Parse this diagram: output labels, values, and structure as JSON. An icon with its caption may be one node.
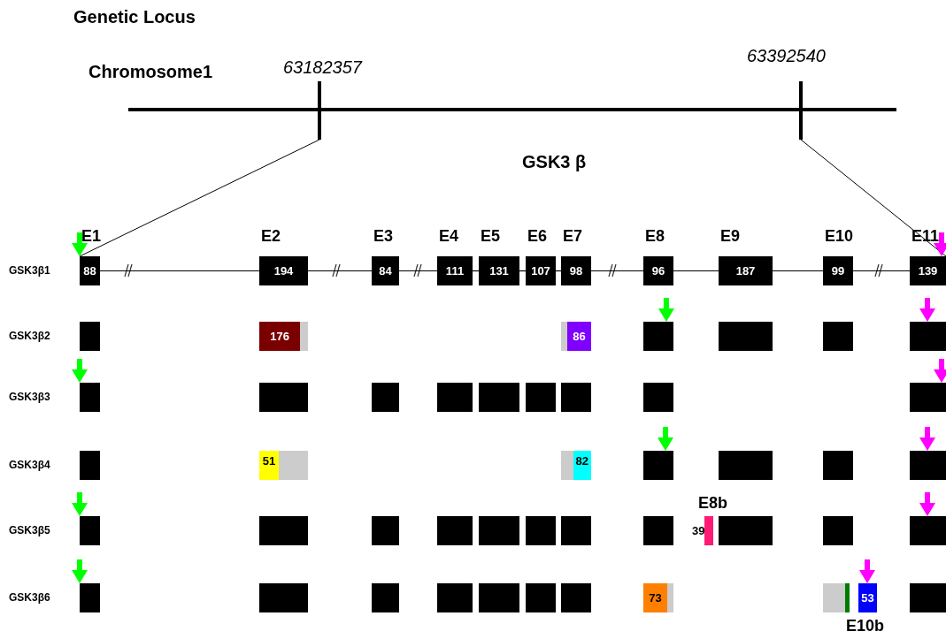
{
  "diagram": {
    "title": "Genetic Locus",
    "nodes": [
      {
        "text": [
          "E1",
          "88"
        ]
      },
      {
        "text": [
          "E2",
          "194"
        ]
      },
      {
        "text": [
          "E3",
          "84"
        ]
      },
      {
        "text": [
          "E4",
          "111"
        ]
      },
      {
        "text": [
          "E5",
          "131"
        ]
      },
      {
        "text": [
          "E6",
          "107"
        ]
      },
      {
        "text": [
          "E7",
          "98"
        ]
      },
      {
        "text": [
          "E8",
          "96"
        ]
      },
      {
        "text": [
          "E9",
          "187"
        ]
      },
      {
        "text": [
          "E10",
          "99"
        ]
      },
      {
        "text": [
          "E11",
          "139"
        ]
      },
      {
        "text": [],
        "shape": "box"
      },
      {
        "text": [
          "176"
        ]
      },
      {
        "text": [
          "86"
        ]
      },
      {
        "text": [],
        "shape": "box"
      },
      {
        "text": [],
        "shape": "box"
      },
      {
        "text": [],
        "shape": "box"
      },
      {
        "text": [],
        "shape": "box"
      },
      {
        "text": [],
        "shape": "box"
      },
      {
        "text": [],
        "shape": "box"
      },
      {
        "text": [],
        "shape": "box"
      },
      {
        "text": [],
        "shape": "box"
      },
      {
        "text": [],
        "shape": "box"
      },
      {
        "text": [],
        "shape": "box"
      },
      {
        "text": [],
        "shape": "box"
      },
      {
        "text": [],
        "shape": "box"
      },
      {
        "text": [],
        "shape": "box"
      },
      {
        "text": [],
        "shape": "box"
      },
      {
        "text": [
          "51"
        ]
      },
      {
        "text": [
          "82"
        ]
      },
      {
        "text": [],
        "shape": "box"
      },
      {
        "text": [],
        "shape": "box"
      },
      {
        "text": [],
        "shape": "box"
      },
      {
        "text": [],
        "shape": "box"
      },
      {
        "text": [],
        "shape": "box"
      },
      {
        "text": [],
        "shape": "box"
      },
      {
        "text": [],
        "shape": "box"
      },
      {
        "text": [],
        "shape": "box"
      },
      {
        "text": [],
        "shape": "box"
      },
      {
        "text": [],
        "shape": "box"
      },
      {
        "text": [],
        "shape": "box"
      },
      {
        "text": [],
        "shape": "box"
      },
      {
        "text": [
          "39"
        ],
        "beside": [
          "E8b"
        ]
      },
      {
        "text": [],
        "shape": "box"
      },
      {
        "text": [],
        "shape": "box"
      },
      {
        "text": [],
        "shape": "box"
      },
      {
        "text": [],
        "shape": "box"
      },
      {
        "text": [],
        "shape": "box"
      },
      {
        "text": [],
        "shape": "box"
      },
      {
        "text": [],
        "shape": "box"
      },
      {
        "text": [],
        "shape": "box"
      },
      {
        "text": [],
        "shape": "box"
      },
      {
        "text": [],
        "shape": "box"
      },
      {
        "text": [
          "73"
        ]
      },
      {
        "text": [],
        "shape": "box"
      },
      {
        "text": [
          "53"
        ],
        "beside": [
          "E10b"
        ]
      },
      {
        "text": [],
        "shape": "box"
      }
    ],
    "edges": [
      {
        "from": 0,
        "to": 1,
        "arrow": "none"
      },
      {
        "from": 1,
        "to": 2,
        "arrow": "none"
      },
      {
        "from": 2,
        "to": 3,
        "arrow": "none"
      },
      {
        "from": 3,
        "to": 4,
        "arrow": "none"
      },
      {
        "from": 4,
        "to": 5,
        "arrow": "none"
      },
      {
        "from": 5,
        "to": 6,
        "arrow": "none"
      },
      {
        "from": 6,
        "to": 7,
        "arrow": "none"
      },
      {
        "from": 7,
        "to": 8,
        "arrow": "none"
      },
      {
        "from": 8,
        "to": 9,
        "arrow": "none"
      },
      {
        "from": 9,
        "to": 10,
        "arrow": "none"
      },
      {
        "from": null,
        "to": 0,
        "arrow": "to",
        "color": "#00ff00"
      },
      {
        "from": null,
        "to": 10,
        "arrow": "to",
        "color": "#ff00ff"
      },
      {
        "from": null,
        "to": 14,
        "arrow": "to",
        "color": "#00ff00"
      },
      {
        "from": null,
        "to": 17,
        "arrow": "to",
        "color": "#ff00ff"
      },
      {
        "from": null,
        "to": 18,
        "arrow": "to",
        "color": "#00ff00"
      },
      {
        "from": null,
        "to": 26,
        "arrow": "to",
        "color": "#ff00ff"
      },
      {
        "from": null,
        "to": 30,
        "arrow": "to",
        "color": "#00ff00"
      },
      {
        "from": null,
        "to": 33,
        "arrow": "to",
        "color": "#ff00ff"
      },
      {
        "from": null,
        "to": 34,
        "arrow": "to",
        "color": "#00ff00"
      },
      {
        "from": null,
        "to": 45,
        "arrow": "to",
        "color": "#ff00ff"
      },
      {
        "from": null,
        "to": 46,
        "arrow": "to",
        "color": "#00ff00"
      },
      {
        "from": null,
        "to": 55,
        "arrow": "to",
        "color": "#ff00ff"
      }
    ],
    "labels": [
      "Chromosome1",
      "63182357",
      "63392540",
      "GSK3 β",
      "GSK3β1",
      "GSK3β2",
      "GSK3β3",
      "GSK3β4",
      "GSK3β5",
      "GSK3β6"
    ]
  }
}
